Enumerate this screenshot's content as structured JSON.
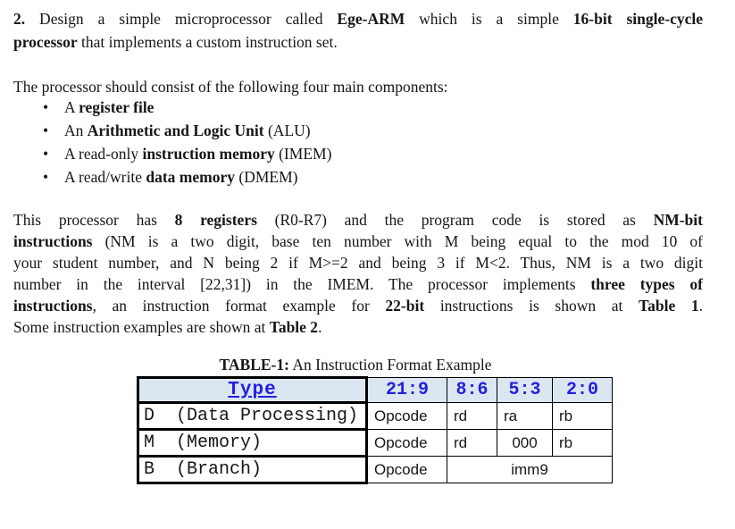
{
  "colors": {
    "accent_blue": "#2121de",
    "table_header_bg": "#dce6f1",
    "branch_row_bg": "#f1f1f1",
    "text": "#161616"
  },
  "list": {
    "bullet_glyph": "•"
  },
  "question": {
    "lines": [
      [
        {
          "t": "2.",
          "b": true
        },
        {
          "t": " Design a simple microprocessor called ",
          "b": false
        },
        {
          "t": "Ege-ARM",
          "b": true
        },
        {
          "t": " which is a simple ",
          "b": false
        },
        {
          "t": "16-bit single-cycle",
          "b": true
        }
      ],
      [
        {
          "t": "processor",
          "b": true
        },
        {
          "t": " that implements a custom instruction set.",
          "b": false
        }
      ]
    ]
  },
  "components_intro": "The processor should consist of the following four main components:",
  "components": [
    [
      {
        "t": "A ",
        "b": false
      },
      {
        "t": "register file",
        "b": true
      }
    ],
    [
      {
        "t": "An ",
        "b": false
      },
      {
        "t": "Arithmetic and Logic Unit",
        "b": true
      },
      {
        "t": " (ALU)",
        "b": false
      }
    ],
    [
      {
        "t": "A read-only ",
        "b": false
      },
      {
        "t": "instruction memory",
        "b": true
      },
      {
        "t": " (IMEM)",
        "b": false
      }
    ],
    [
      {
        "t": "A read/write ",
        "b": false
      },
      {
        "t": "data memory",
        "b": true
      },
      {
        "t": " (DMEM)",
        "b": false
      }
    ]
  ],
  "details": {
    "lines": [
      [
        {
          "t": "This processor has ",
          "b": false
        },
        {
          "t": "8 registers",
          "b": true
        },
        {
          "t": " (R0-R7) and the program code is stored as ",
          "b": false
        },
        {
          "t": "NM-bit",
          "b": true
        }
      ],
      [
        {
          "t": "instructions",
          "b": true
        },
        {
          "t": " (NM is a two digit, base ten number with M being equal to the mod 10 of",
          "b": false
        }
      ],
      [
        {
          "t": "your student number, and N being 2 if M>=2 and being 3 if M<2. Thus, NM is a two digit",
          "b": false
        }
      ],
      [
        {
          "t": "number in the interval [22,31]) in the IMEM. The processor implements ",
          "b": false
        },
        {
          "t": "three types of",
          "b": true
        }
      ],
      [
        {
          "t": "instructions",
          "b": true
        },
        {
          "t": ", an instruction format example for ",
          "b": false
        },
        {
          "t": "22-bit",
          "b": true
        },
        {
          "t": " instructions is shown at ",
          "b": false
        },
        {
          "t": "Table 1",
          "b": true
        },
        {
          "t": ".",
          "b": false
        }
      ],
      [
        {
          "t": "Some instruction examples are shown at ",
          "b": false
        },
        {
          "t": "Table 2",
          "b": true
        },
        {
          "t": ".",
          "b": false
        }
      ]
    ]
  },
  "table": {
    "title": [
      {
        "t": "TABLE-1:",
        "b": true
      },
      {
        "t": " An Instruction Format Example",
        "b": false
      }
    ],
    "header": {
      "type_label": "Type",
      "bit_ranges": [
        "21:9",
        "8:6",
        "5:3",
        "2:0"
      ]
    },
    "rows": [
      {
        "type": "D  (Data Processing)",
        "opcode": "Opcode",
        "f1": "rd",
        "f2": "ra",
        "f3": "rb"
      },
      {
        "type": "M  (Memory)",
        "opcode": "Opcode",
        "f1": "rd",
        "f2": "000",
        "f3": "rb"
      },
      {
        "type": "B  (Branch)",
        "opcode": "Opcode",
        "imm": "imm9"
      }
    ]
  }
}
